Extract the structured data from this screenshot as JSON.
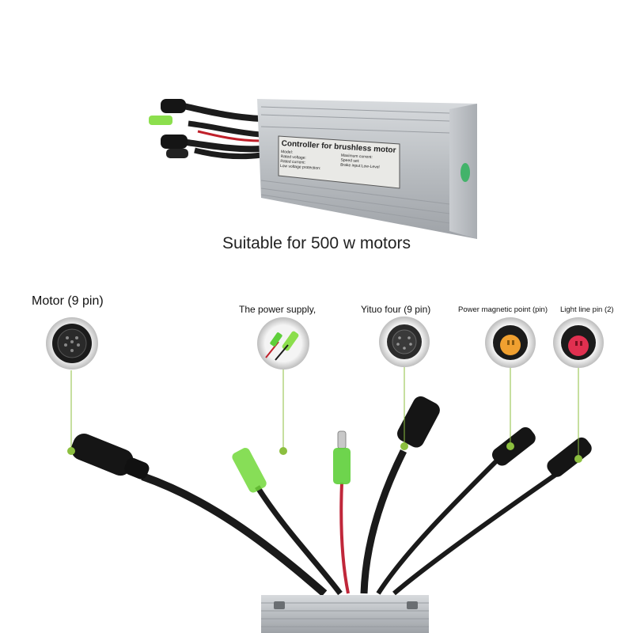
{
  "headline": "Suitable for 500 w motors",
  "controller": {
    "plate_title": "Controller for brushless motor",
    "plate_lines": [
      "Model:",
      "Rated voltage:",
      "Rated current:",
      "Low voltage protection:",
      "Maximum current:",
      "Speed set:",
      "Brake input:Low-Level"
    ]
  },
  "connectors": [
    {
      "label": "Motor (9 pin)",
      "icon": "round-9pin-connector-icon",
      "color": "#1a1a1a"
    },
    {
      "label": "The power supply,",
      "icon": "bullet-plug-pair-icon",
      "color": "#7fdc3a"
    },
    {
      "label": "Yituo four (9 pin)",
      "icon": "round-9pin-connector-icon",
      "color": "#2a2a2a"
    },
    {
      "label": "Power magnetic point (pin)",
      "icon": "orange-socket-icon",
      "color": "#f0a030"
    },
    {
      "label": "Light line pin (2)",
      "icon": "red-socket-icon",
      "color": "#e03050"
    }
  ],
  "leader_color": "#8cbf3f"
}
